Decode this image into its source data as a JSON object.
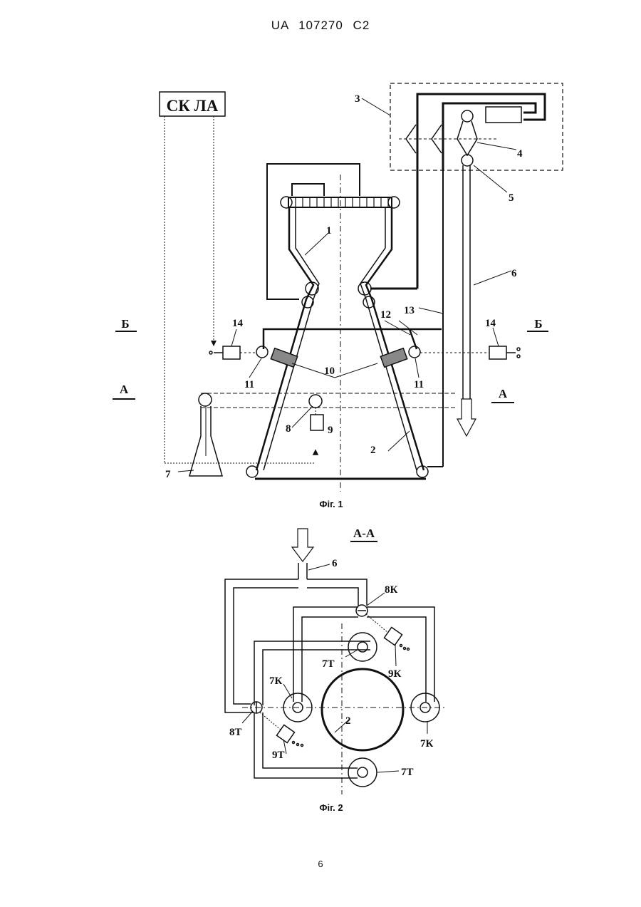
{
  "header": "UA 107270 C2",
  "page_number": "6",
  "figure1": {
    "caption": "Фіг. 1",
    "box_label": "СК ЛА",
    "section_b": "Б",
    "section_a": "А",
    "labels": {
      "l1": "1",
      "l2": "2",
      "l3": "3",
      "l4": "4",
      "l5": "5",
      "l6": "6",
      "l7": "7",
      "l8": "8",
      "l9": "9",
      "l10": "10",
      "l11": "11",
      "l12": "12",
      "l13": "13",
      "l14": "14"
    }
  },
  "figure2": {
    "caption": "Фіг. 2",
    "section": "А-А",
    "labels": {
      "l6": "6",
      "l8k": "8К",
      "l7t": "7Т",
      "l9k": "9К",
      "l7k": "7К",
      "l2": "2",
      "l8t": "8Т",
      "l9t": "9Т"
    }
  }
}
